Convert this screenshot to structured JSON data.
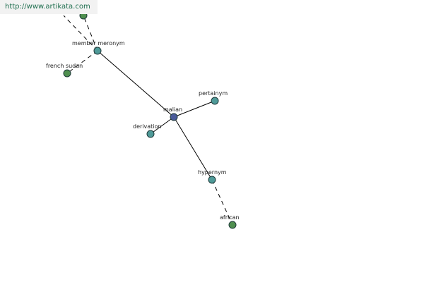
{
  "watermark": "http://www.artikata.com",
  "colors": {
    "center": "#4a5a9a",
    "relation": "#4f9a98",
    "word": "#4f8f4f",
    "edge": "#000000"
  },
  "nodes": [
    {
      "id": "malian",
      "label": "malian",
      "kind": "center"
    },
    {
      "id": "member-meronym",
      "label": "member meronym",
      "kind": "relation"
    },
    {
      "id": "pertainym",
      "label": "pertainym",
      "kind": "relation"
    },
    {
      "id": "derivation",
      "label": "derivation",
      "kind": "relation"
    },
    {
      "id": "hypernym",
      "label": "hypernym",
      "kind": "relation"
    },
    {
      "id": "french-sudan",
      "label": "french sudan",
      "kind": "word"
    },
    {
      "id": "african",
      "label": "african",
      "kind": "word"
    },
    {
      "id": "top-word",
      "label": "",
      "kind": "word"
    }
  ],
  "edges": [
    {
      "from": "malian",
      "to": "member-meronym",
      "style": "solid"
    },
    {
      "from": "malian",
      "to": "pertainym",
      "style": "solid"
    },
    {
      "from": "malian",
      "to": "derivation",
      "style": "solid"
    },
    {
      "from": "malian",
      "to": "hypernym",
      "style": "solid"
    },
    {
      "from": "member-meronym",
      "to": "french-sudan",
      "style": "dashed"
    },
    {
      "from": "member-meronym",
      "to": "top-word",
      "style": "dashed"
    },
    {
      "from": "member-meronym",
      "to": "offscreen-top",
      "style": "dashed"
    },
    {
      "from": "hypernym",
      "to": "african",
      "style": "dashed"
    }
  ]
}
